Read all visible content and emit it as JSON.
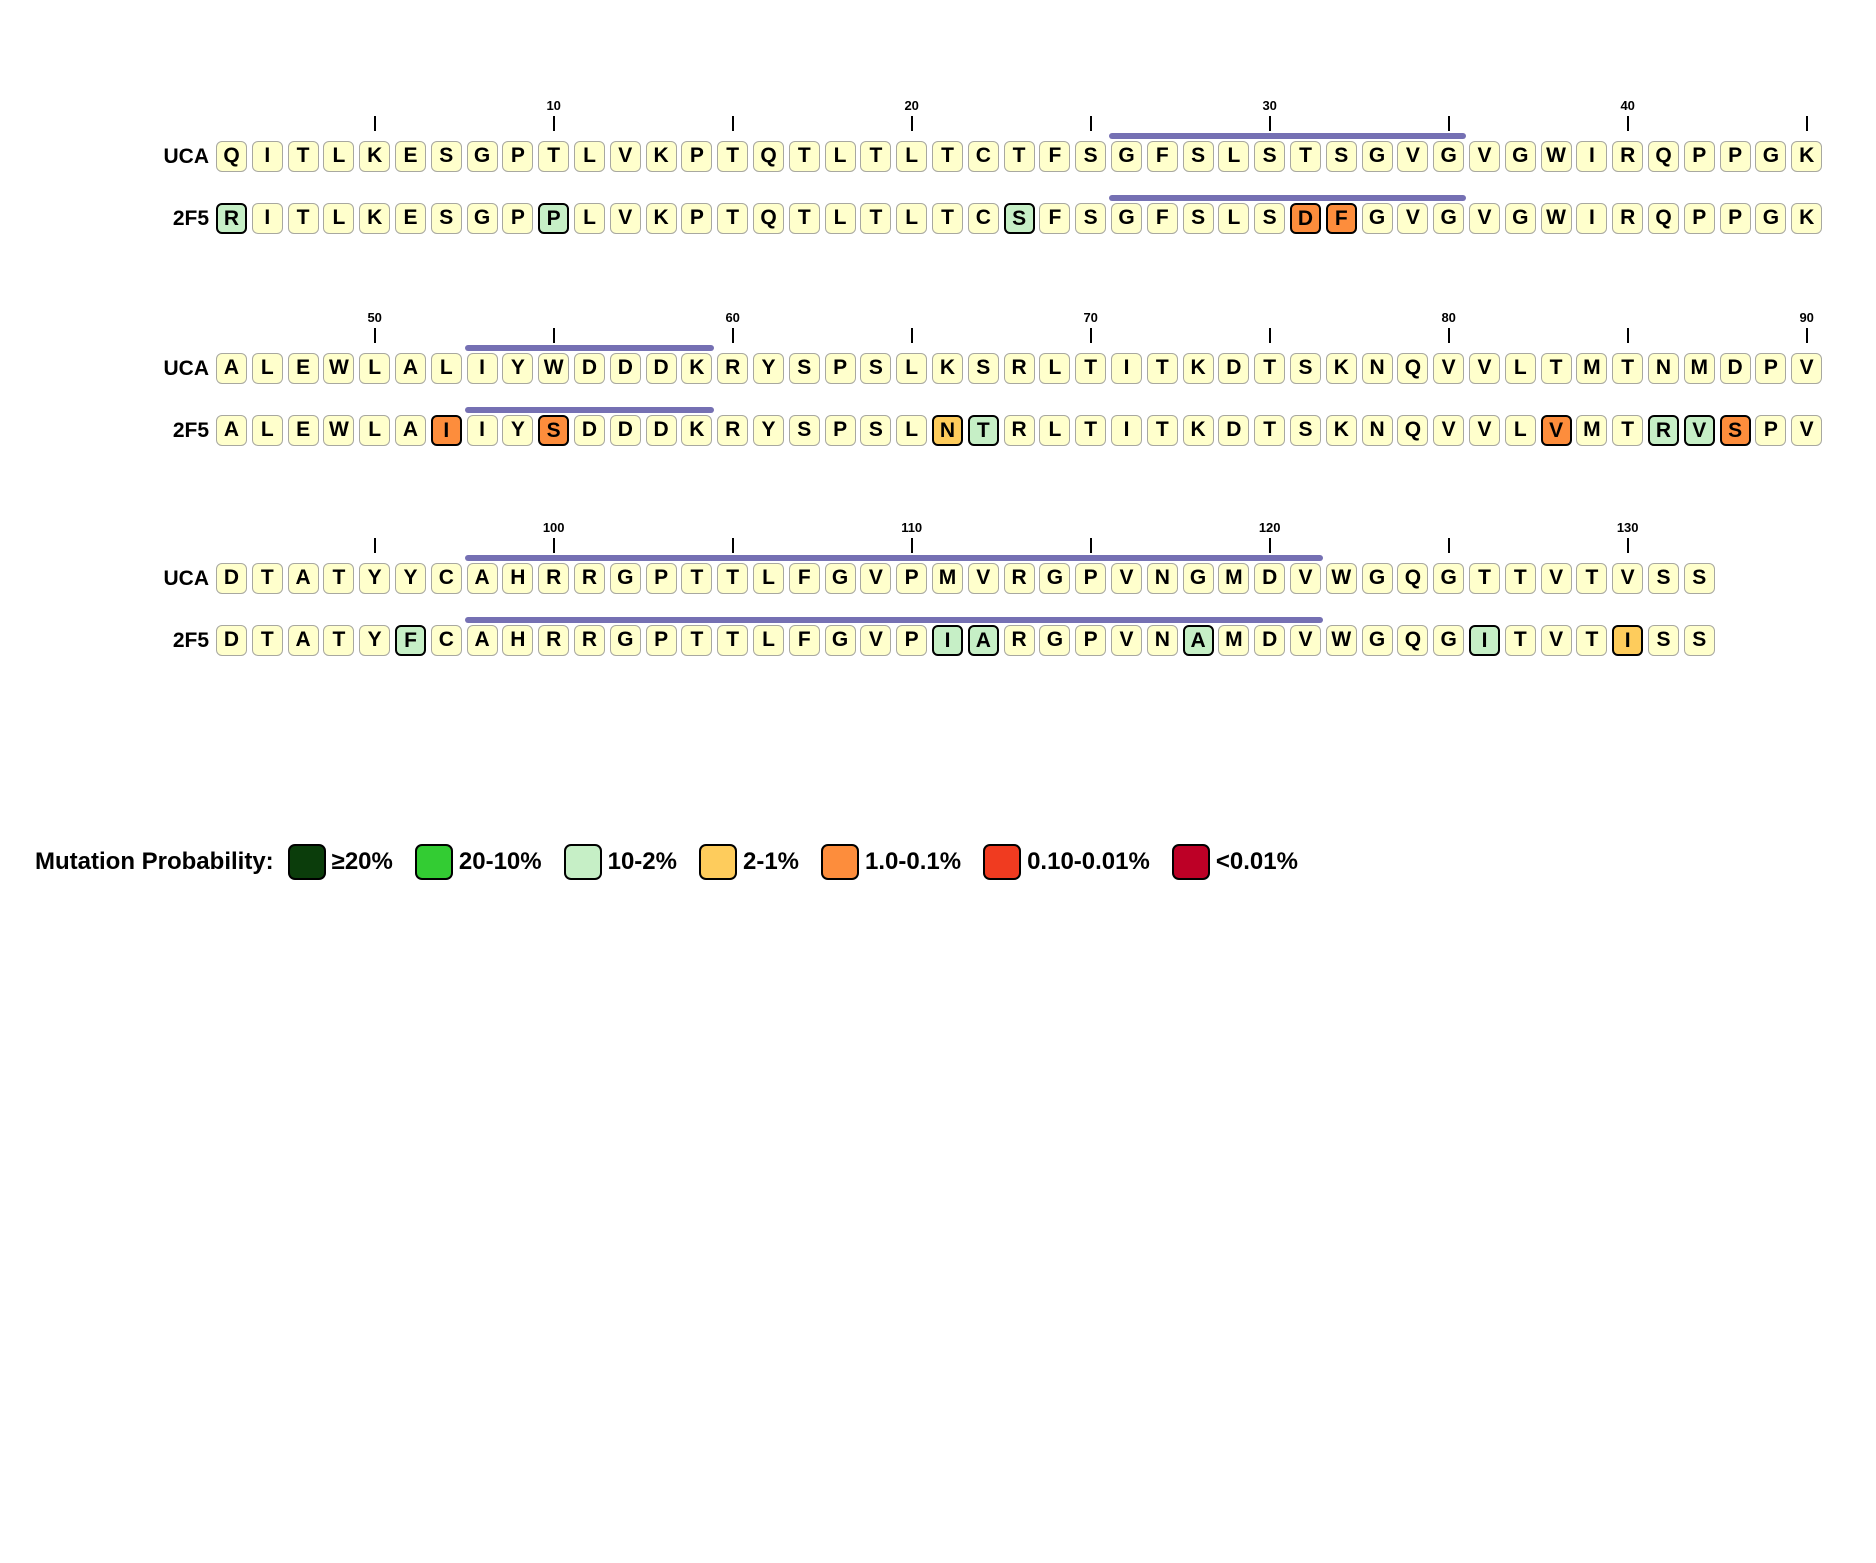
{
  "colors": {
    "base": "#ffffcc",
    "bar": "#7570b3",
    "gte20": "#0b3d0b",
    "p20_10": "#33cc33",
    "p10_2": "#c6efc6",
    "p2_1": "#fecc5c",
    "p1_01": "#fd8d3c",
    "p010_001": "#f03b20",
    "lt001": "#bd0026"
  },
  "row_labels": {
    "uca": "UCA",
    "mature": "2F5"
  },
  "blocks": [
    {
      "start": 1,
      "tick_labels": [
        "10",
        "20",
        "30",
        "40"
      ],
      "uca": "QITLKESGPTLVKPTQTLTLTCTFSGFSLSTSGVGVGWIRQPPGK",
      "mature": "RITLKESGPPLVKPTQTLTLTCSFSGFSLSDFGVGVGWIRQPPGK",
      "mutations": {
        "1": "p10_2",
        "10": "p10_2",
        "23": "p10_2",
        "31": "p1_01",
        "32": "p1_01"
      },
      "bar": [
        26,
        35
      ]
    },
    {
      "start": 46,
      "tick_labels": [
        "50",
        "60",
        "70",
        "80",
        "90"
      ],
      "uca": "ALEWLALIYWDDDKRYSPSLKSRLTITKDTSKNQVVLTMTNMDPV",
      "mature": "ALEWLAIIYSDDDKRYSPSLNTRLTITKDTSKNQVVLVMTRVSPV",
      "mutations": {
        "52": "p1_01",
        "55": "p1_01",
        "66": "p2_1",
        "67": "p10_2",
        "83": "p1_01",
        "86": "p10_2",
        "87": "p10_2",
        "88": "p1_01"
      },
      "bar": [
        53,
        59
      ]
    },
    {
      "start": 91,
      "tick_labels": [
        "100",
        "110",
        "120",
        "130"
      ],
      "uca": "DTATYYCAHRRGPTTLFGVPMVRGPVNGMDVWGQGTTVTVSS",
      "mature": "DTATYFCAHRRGPTTLFGVPIARGPVNAMDVWGQGITVTISS",
      "mutations": {
        "96": "p10_2",
        "111": "p10_2",
        "112": "p10_2",
        "118": "p10_2",
        "126": "p10_2",
        "130": "p2_1"
      },
      "bar": [
        98,
        121
      ]
    }
  ],
  "legend": {
    "title": "Mutation Probability:",
    "items": [
      {
        "key": "gte20",
        "label": "≥20%"
      },
      {
        "key": "p20_10",
        "label": "20-10%"
      },
      {
        "key": "p10_2",
        "label": "10-2%"
      },
      {
        "key": "p2_1",
        "label": "2-1%"
      },
      {
        "key": "p1_01",
        "label": "1.0-0.1%"
      },
      {
        "key": "p010_001",
        "label": "0.10-0.01%"
      },
      {
        "key": "lt001",
        "label": "<0.01%"
      }
    ]
  }
}
